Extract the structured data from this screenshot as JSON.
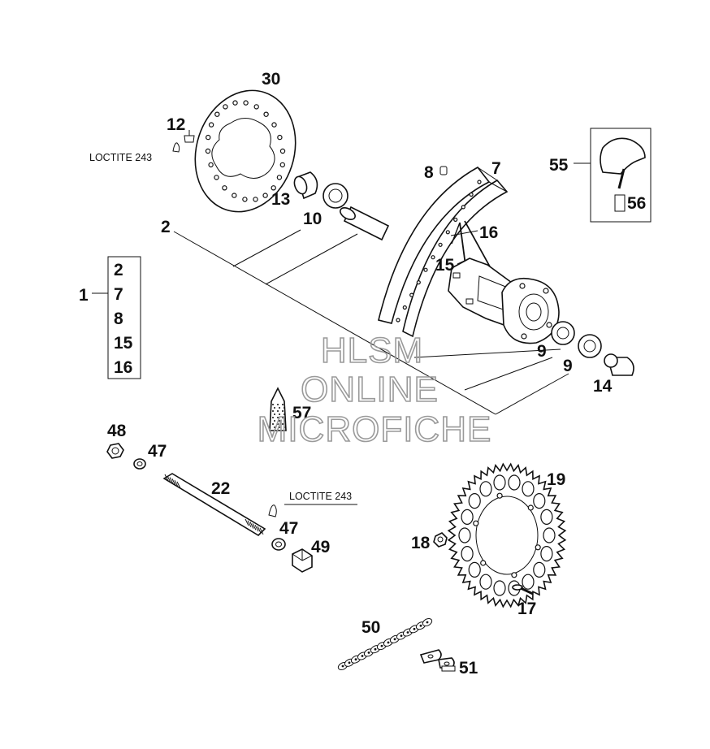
{
  "callouts": {
    "n30": "30",
    "n12": "12",
    "n13": "13",
    "n10": "10",
    "n2": "2",
    "n8": "8",
    "n7": "7",
    "n16": "16",
    "n15": "15",
    "n55": "55",
    "n56": "56",
    "n1": "1",
    "n9a": "9",
    "n9b": "9",
    "n14": "14",
    "n57": "57",
    "n48": "48",
    "n47a": "47",
    "n22": "22",
    "n47b": "47",
    "n49": "49",
    "n19": "19",
    "n18": "18",
    "n17": "17",
    "n50": "50",
    "n51": "51"
  },
  "kit_box": {
    "items": [
      "2",
      "7",
      "8",
      "15",
      "16"
    ]
  },
  "notes": {
    "loctite_top": "LOCTITE 243",
    "loctite_axle": "LOCTITE 243"
  },
  "watermark": {
    "line1": "HLSM",
    "line2": "ONLINE",
    "line3": "MICROFICHE"
  }
}
